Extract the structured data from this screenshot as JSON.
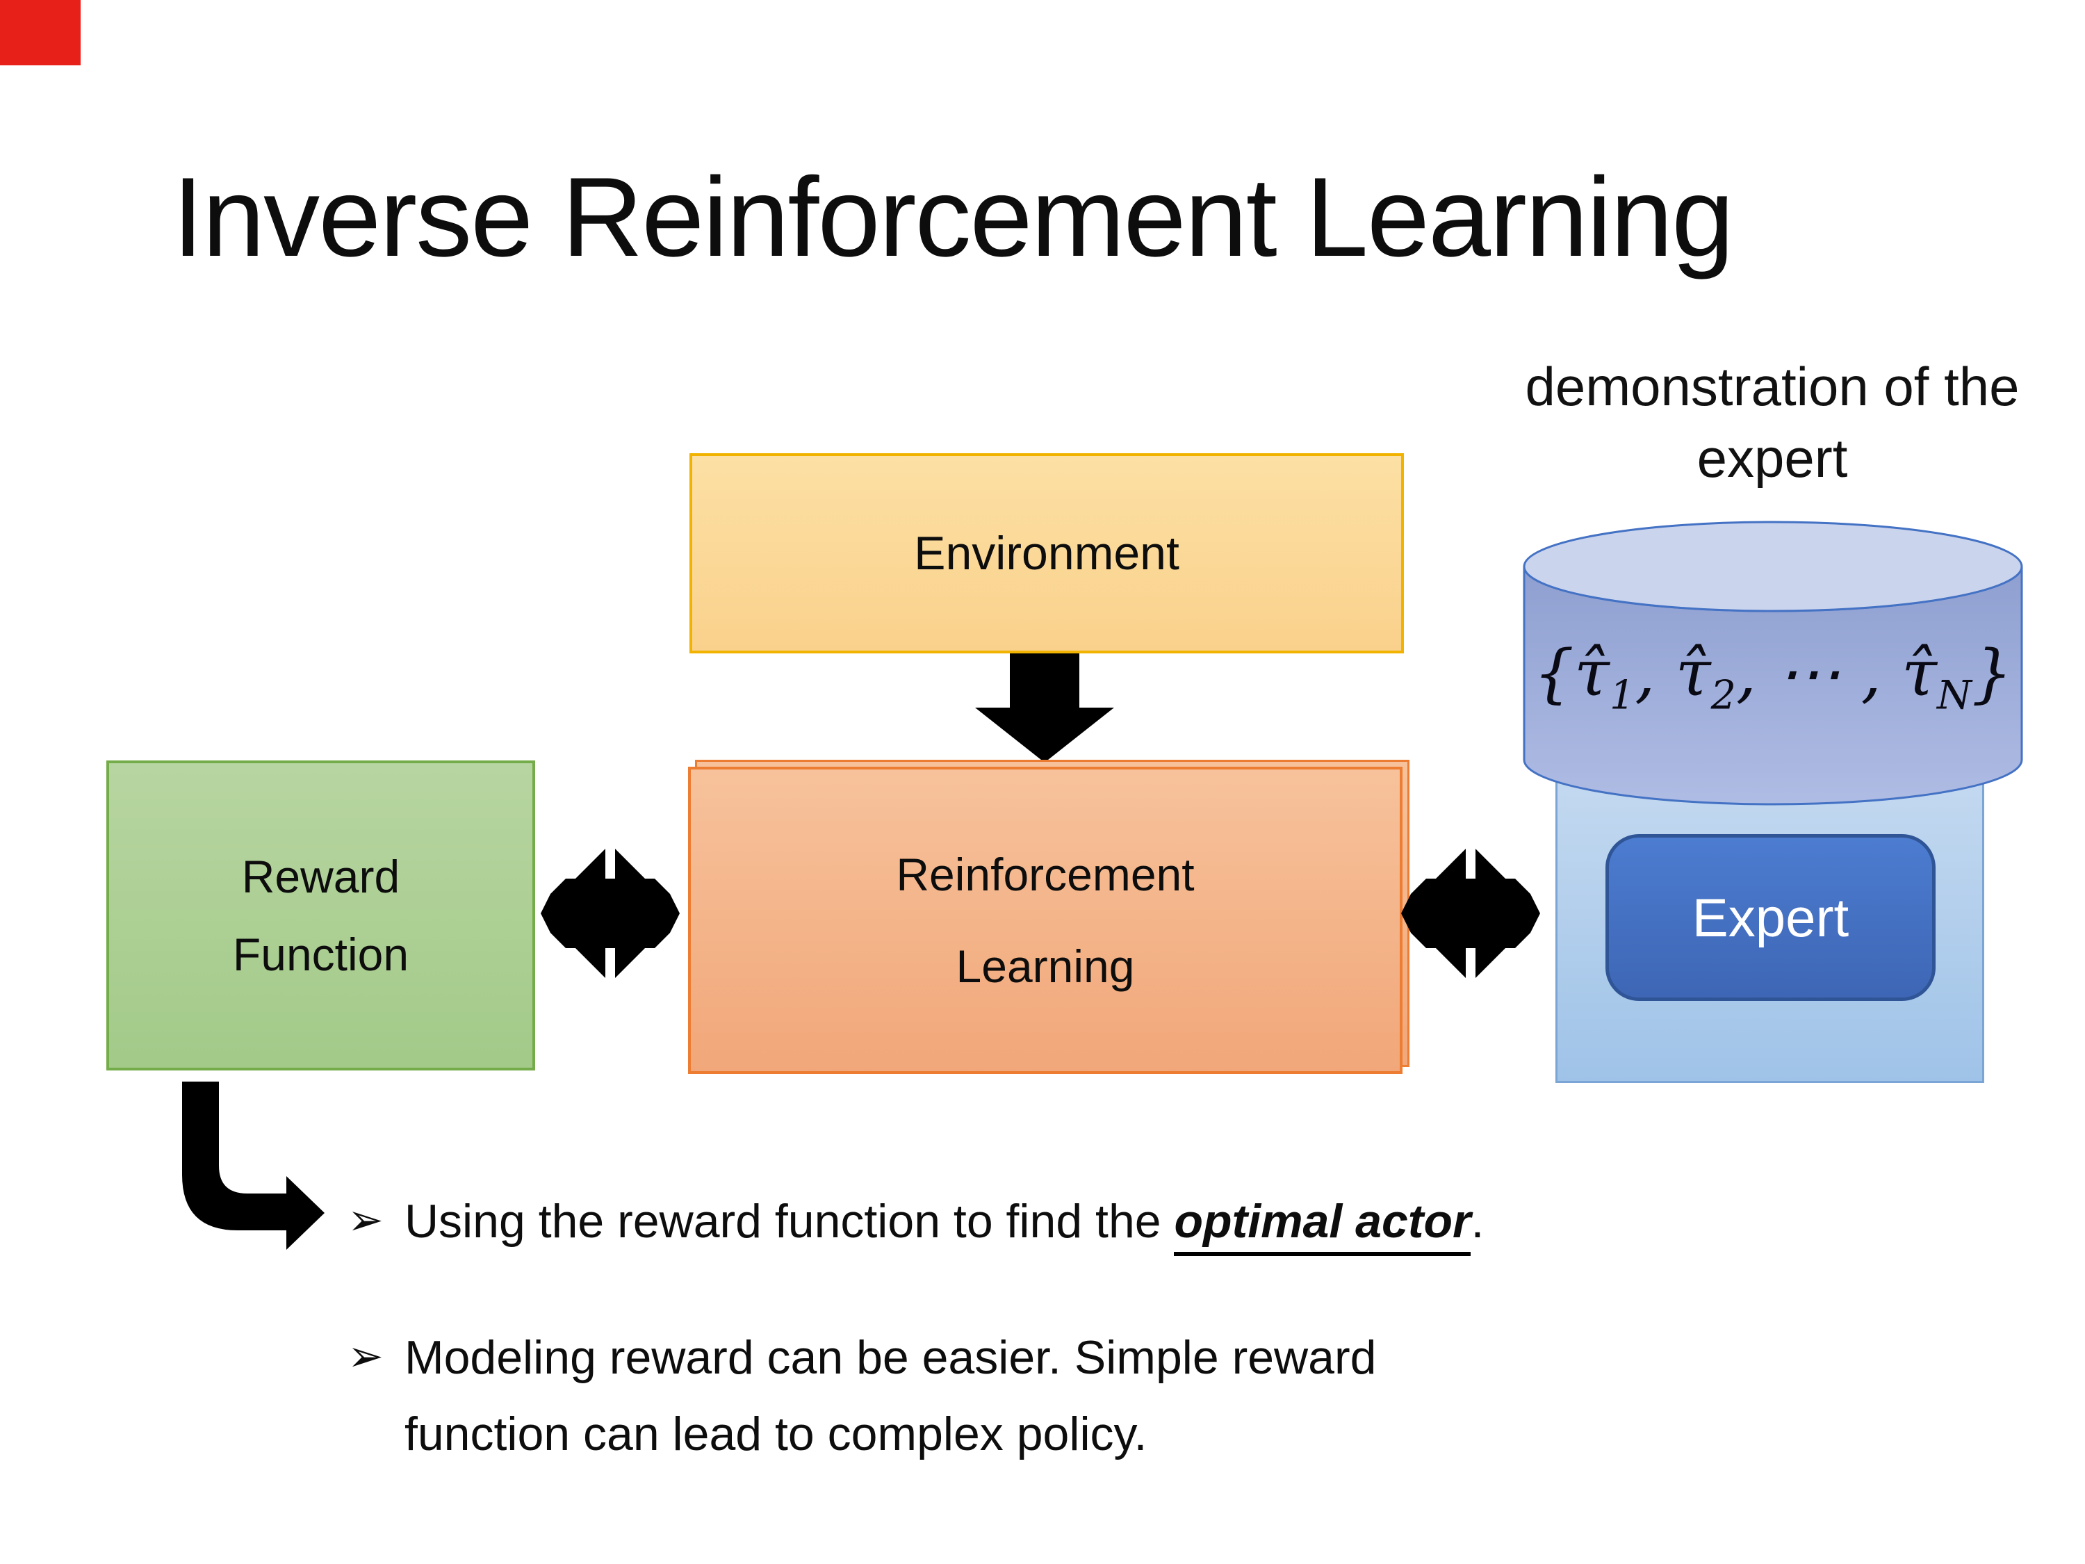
{
  "slide": {
    "title": "Inverse Reinforcement Learning",
    "demo_label": "demonstration of the expert",
    "environment_label": "Environment",
    "reward_function_label_html": "Reward<br>Function",
    "reinforcement_learning_label_html": "Reinforcement<br>Learning",
    "expert_label": "Expert",
    "demonstrations_formula_html": "{τ̂<sub>1</sub>, τ̂<sub>2</sub>, ⋯ , τ̂<sub>N</sub>}",
    "bullets": [
      {
        "marker": "➢",
        "html": "Using the reward function to find the <b><i><u>optimal actor</u></i></b>."
      },
      {
        "marker": "➢",
        "html": "Modeling reward can be easier. Simple reward<br>function can lead to complex policy."
      }
    ],
    "icons": {
      "down_arrow": "down-block-arrow",
      "quad_arrow": "multidirectional-exchange-arrow",
      "bent_arrow": "elbow-down-right-arrow",
      "cylinder": "database-cylinder"
    },
    "colors": {
      "environment_fill": "#FBD694",
      "environment_border": "#F1B300",
      "reward_fill": "#ACCF94",
      "reward_border": "#74AC49",
      "reinforcement_fill": "#F5B58C",
      "reinforcement_border": "#EC7D33",
      "expert_container_fill": "#B3CFEC",
      "expert_container_border": "#7AA5D4",
      "expert_fill": "#4472C4",
      "expert_border": "#2F5597",
      "cylinder_body_fill": "#9DACD8",
      "cylinder_top_fill": "#CBD4ED",
      "cylinder_border": "#4472C4",
      "arrow_color": "#000000",
      "corner_marker": "#E8201A",
      "text_color": "#0D0D0D"
    }
  }
}
